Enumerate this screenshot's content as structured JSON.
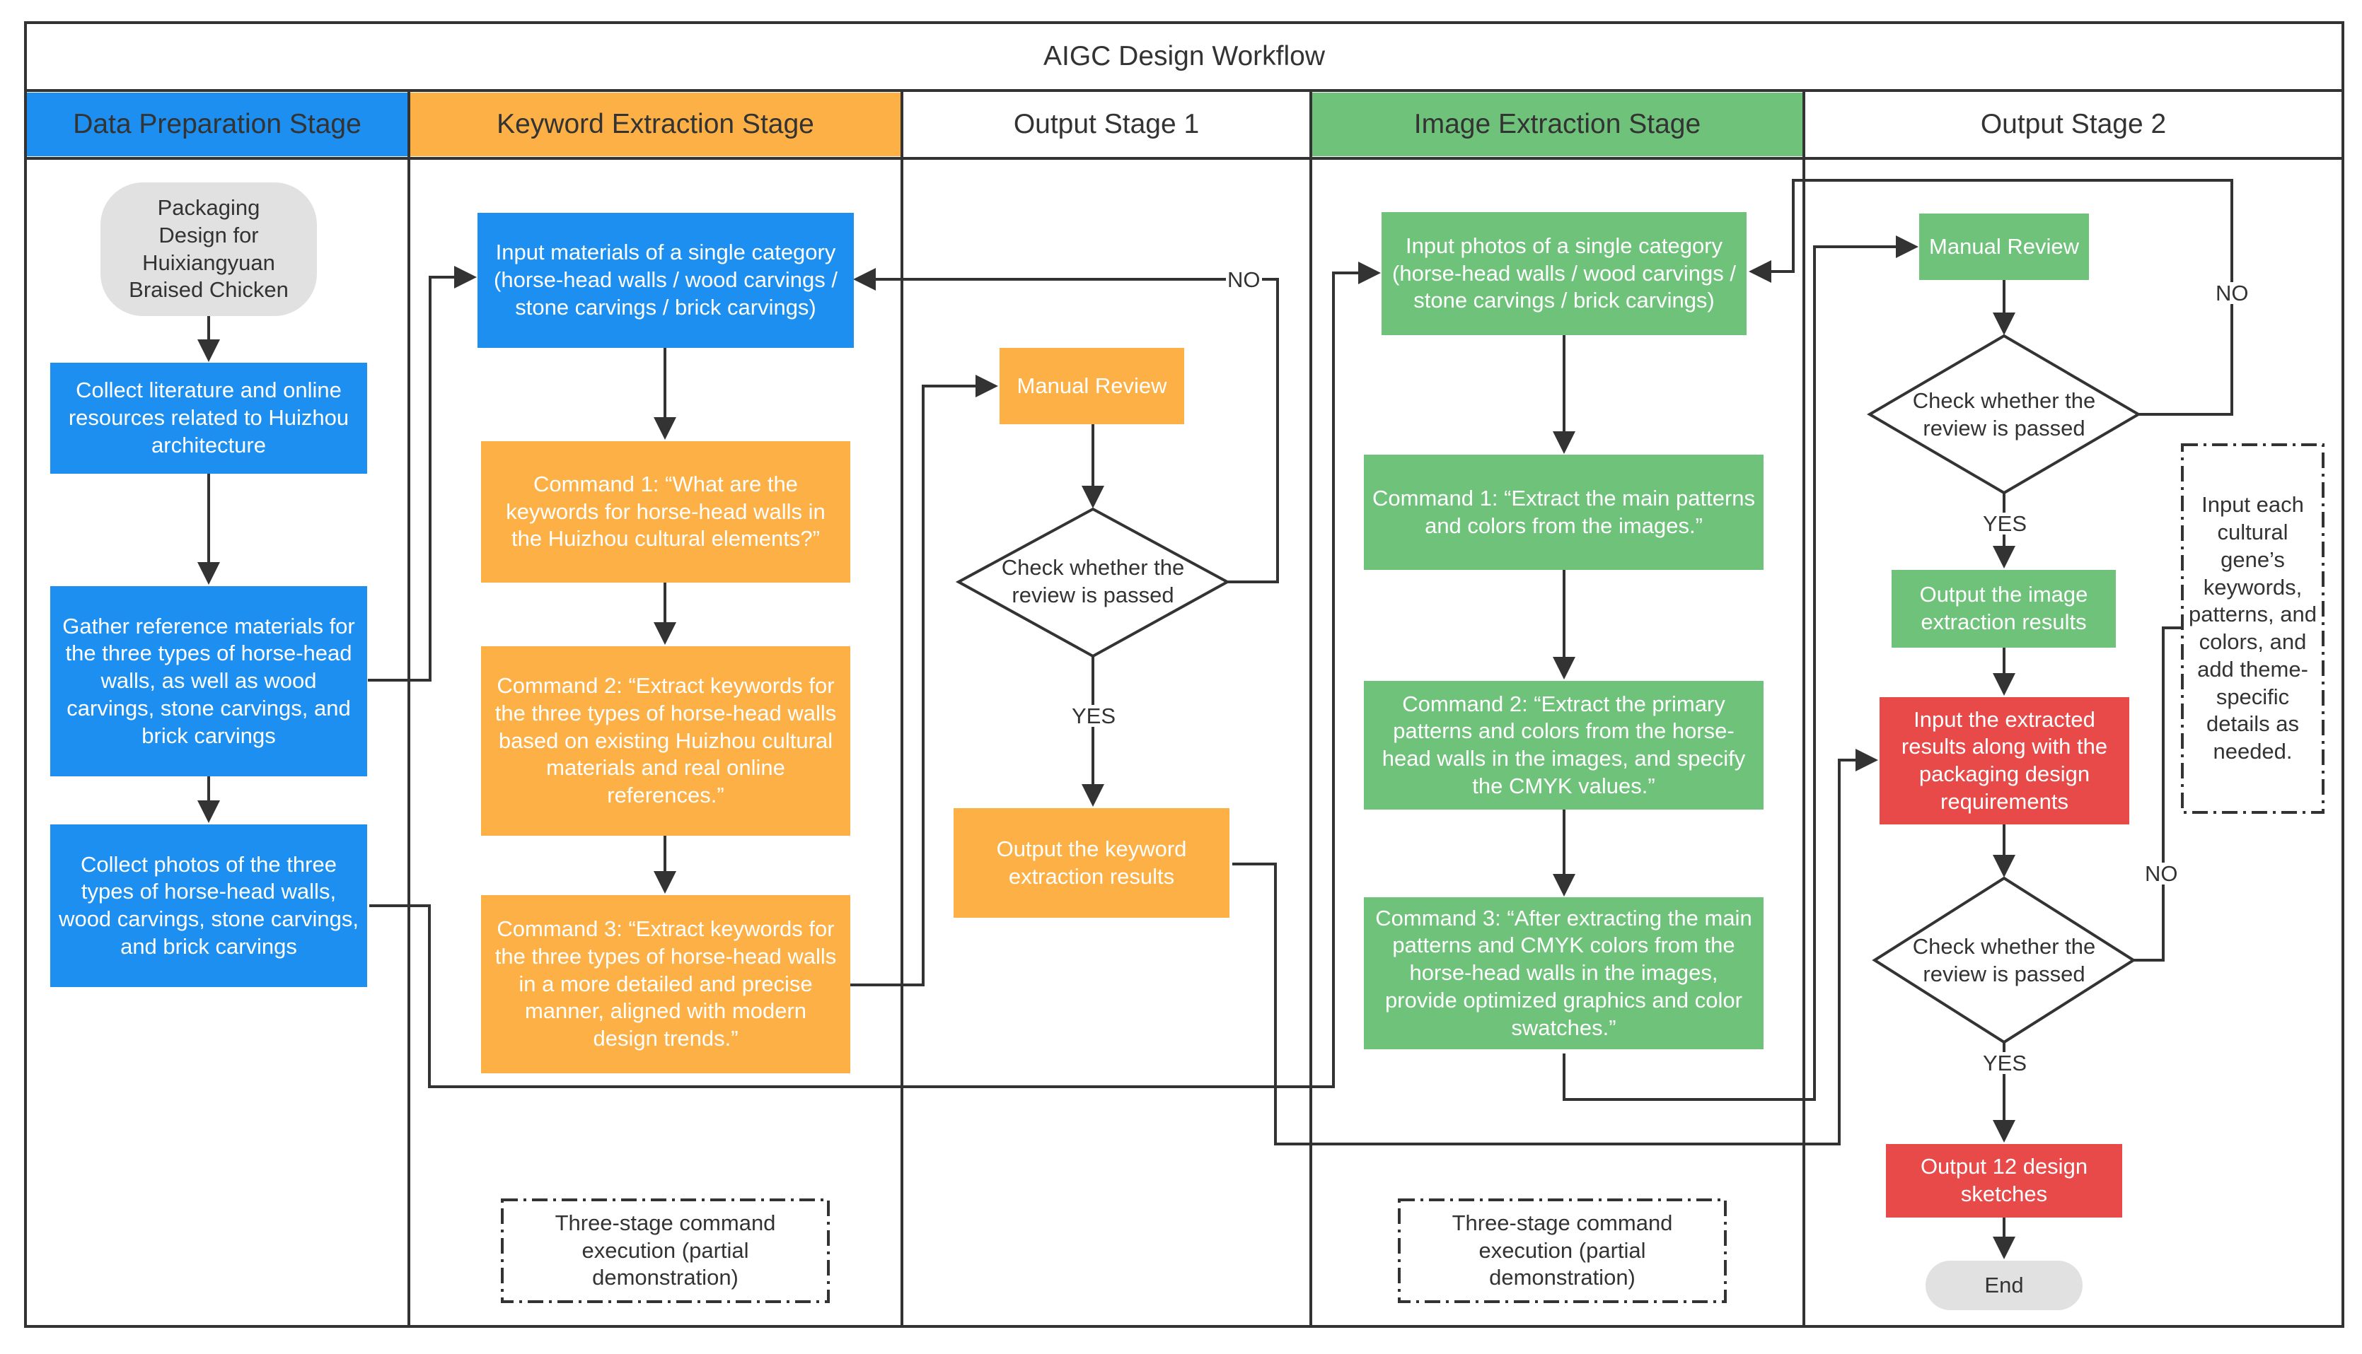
{
  "diagram": {
    "title": "AIGC Design Workflow",
    "lanes": [
      {
        "label": "Data Preparation Stage",
        "color": "#1c8ff0"
      },
      {
        "label": "Keyword Extraction Stage",
        "color": "#fdb046"
      },
      {
        "label": "Output Stage 1",
        "color": "#ffffff"
      },
      {
        "label": "Image Extraction Stage",
        "color": "#6fc27a"
      },
      {
        "label": "Output Stage 2",
        "color": "#ffffff"
      }
    ],
    "colors": {
      "blue": "#1c8ff0",
      "orange": "#fdb046",
      "green": "#6fc27a",
      "red": "#e84a4a",
      "terminal": "#e1e1e1",
      "line": "#333333"
    },
    "nodes": {
      "start": "Packaging Design for Huixiangyuan Braised Chicken",
      "collect_literature": "Collect literature and online resources related to Huizhou architecture",
      "gather_reference": "Gather reference materials for the three types of horse-head walls, as well as wood carvings, stone carvings, and brick carvings",
      "collect_photos": "Collect photos of the three types of horse-head walls, wood carvings, stone carvings, and brick carvings",
      "input_materials": "Input materials of a single category (horse-head walls / wood carvings / stone carvings / brick carvings)",
      "keyword_command_1": "Command 1: “What are the keywords for horse-head walls in the Huizhou cultural elements?”",
      "keyword_command_2": "Command 2: “Extract keywords for the three types of horse-head walls based on existing Huizhou cultural materials and real online references.”",
      "keyword_command_3": "Command 3: “Extract keywords for the three types of horse-head walls in a more detailed and precise manner, aligned with modern design trends.”",
      "manual_review_1": "Manual Review",
      "check_review_1": "Check whether the review is passed",
      "output_keyword": "Output the keyword extraction results",
      "input_photos": "Input photos of a single category (horse-head walls / wood carvings / stone carvings / brick carvings)",
      "image_command_1": "Command 1: “Extract the main patterns and colors from the images.”",
      "image_command_2": "Command 2: “Extract the primary patterns and colors from the horse-head walls in the images, and specify the CMYK values.”",
      "image_command_3": "Command 3: “After extracting the main patterns and CMYK colors from the horse-head walls in the images, provide optimized graphics and color swatches.”",
      "manual_review_2": "Manual Review",
      "check_review_2": "Check whether the review is passed",
      "output_image": "Output the image extraction results",
      "input_extracted": "Input the extracted results along with the packaging design requirements",
      "check_review_3": "Check whether the review is passed",
      "output_sketches": "Output 12 design sketches",
      "end": "End"
    },
    "notes": {
      "three_stage_1": "Three-stage command execution (partial demonstration)",
      "three_stage_2": "Three-stage command execution (partial demonstration)",
      "cultural_gene": "Input each cultural gene’s keywords, patterns, and colors, and add theme-specific details as needed."
    },
    "edge_labels": {
      "no": "NO",
      "yes": "YES"
    }
  }
}
